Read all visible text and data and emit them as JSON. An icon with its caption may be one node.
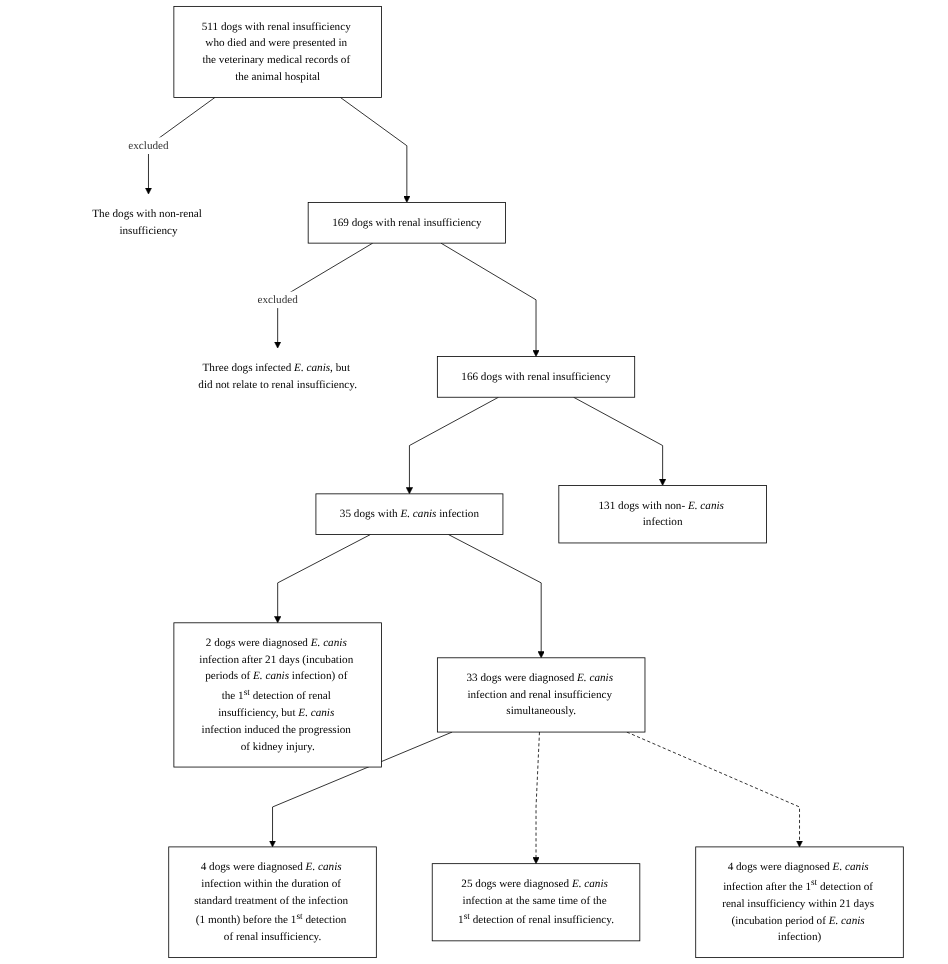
{
  "diagram": {
    "nodes": [
      {
        "text": [
          "511 dogs with renal insufficiency who died and were presented in the veterinary medical records of the animal hospital"
        ]
      },
      {
        "text": [
          "The dogs with non-renal insufficiency"
        ]
      },
      {
        "text": [
          "169 dogs with renal insufficiency"
        ]
      },
      {
        "text": [
          "Three dogs infected *E. canis*, but did not relate to renal insufficiency."
        ]
      },
      {
        "text": [
          "166 dogs with renal insufficiency"
        ]
      },
      {
        "text": [
          "35 dogs with *E. canis* infection"
        ]
      },
      {
        "text": [
          "131 dogs with non- *E. canis* infection"
        ]
      },
      {
        "text": [
          "2 dogs were diagnosed *E. canis* infection after 21 days (incubation periods of *E. canis* infection) of the 1$^{st}$ detection of renal insufficiency, but *E. canis* infection induced the progression of kidney injury."
        ]
      },
      {
        "text": [
          "33 dogs were diagnosed *E. canis* infection and renal insufficiency simultaneously."
        ]
      },
      {
        "text": [
          "4 dogs were diagnosed *E. canis* infection within the duration of standard treatment of the infection (1 month) before the 1$^{st}$ detection of renal insufficiency."
        ]
      },
      {
        "text": [
          "25 dogs were diagnosed *E. canis* infection at the same time of the 1$^{st}$ detection of renal insufficiency."
        ]
      },
      {
        "text": [
          "4 dogs were diagnosed *E. canis* infection after the 1$^{st}$ detection of renal insufficiency within 21 days (incubation period of *E. canis* infection)"
        ]
      }
    ],
    "edges": [
      {
        "from": 0,
        "to": 1,
        "arrow": "to",
        "label": "excluded"
      },
      {
        "from": 0,
        "to": 2,
        "arrow": "to"
      },
      {
        "from": 2,
        "to": 3,
        "arrow": "to",
        "label": "excluded"
      },
      {
        "from": 2,
        "to": 4,
        "arrow": "to"
      },
      {
        "from": 4,
        "to": 5,
        "arrow": "to"
      },
      {
        "from": 4,
        "to": 6,
        "arrow": "to"
      },
      {
        "from": 5,
        "to": 7,
        "arrow": "to"
      },
      {
        "from": 5,
        "to": 8,
        "arrow": "to"
      },
      {
        "from": 8,
        "to": 9,
        "arrow": "to"
      },
      {
        "from": 8,
        "to": 10,
        "arrow": "to",
        "style": "dashed"
      },
      {
        "from": 8,
        "to": 11,
        "arrow": "to",
        "style": "dashed"
      }
    ]
  }
}
